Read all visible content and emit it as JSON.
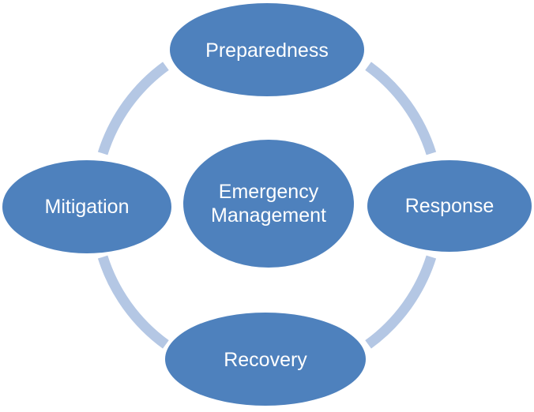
{
  "diagram": {
    "type": "cycle",
    "center_node": {
      "label": "Emergency Management"
    },
    "nodes": [
      {
        "label": "Preparedness",
        "position": "top"
      },
      {
        "label": "Response",
        "position": "right"
      },
      {
        "label": "Recovery",
        "position": "bottom"
      },
      {
        "label": "Mitigation",
        "position": "left"
      }
    ],
    "colors": {
      "node_fill": "#4E81BD",
      "arc": "#B4C7E4",
      "text": "#FFFFFF",
      "background": "#FFFFFF"
    }
  }
}
